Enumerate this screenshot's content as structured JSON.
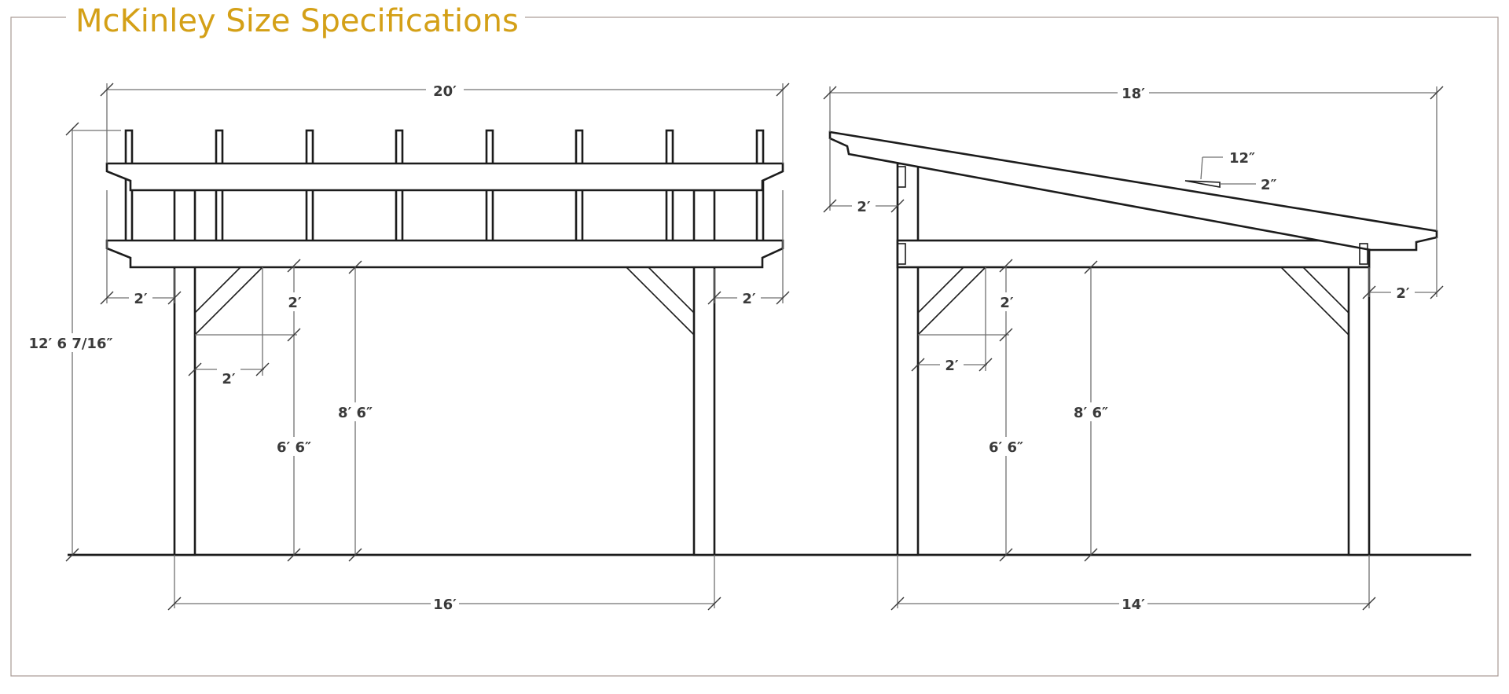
{
  "title": "McKinley Size Specifications",
  "colors": {
    "title": "#d4a017",
    "frame": "#a89a94",
    "lines": "#1c1c1c",
    "dimensions": "#707070"
  },
  "front_view": {
    "overall_width": "20′",
    "post_spacing": "16′",
    "overall_height": "12′ 6 7/16″",
    "clearance_height": "8′ 6″",
    "brace_bottom_height": "6′ 6″",
    "left_overhang": "2′",
    "right_overhang": "2′",
    "brace_vertical": "2′",
    "brace_horizontal": "2′"
  },
  "side_view": {
    "overall_depth": "18′",
    "post_spacing": "14′",
    "front_overhang": "2′",
    "rear_overhang": "2′",
    "clearance_height": "8′ 6″",
    "brace_bottom_height": "6′ 6″",
    "brace_vertical": "2′",
    "brace_horizontal": "2′",
    "roof_pitch_run": "12″",
    "roof_pitch_rise": "2″"
  }
}
